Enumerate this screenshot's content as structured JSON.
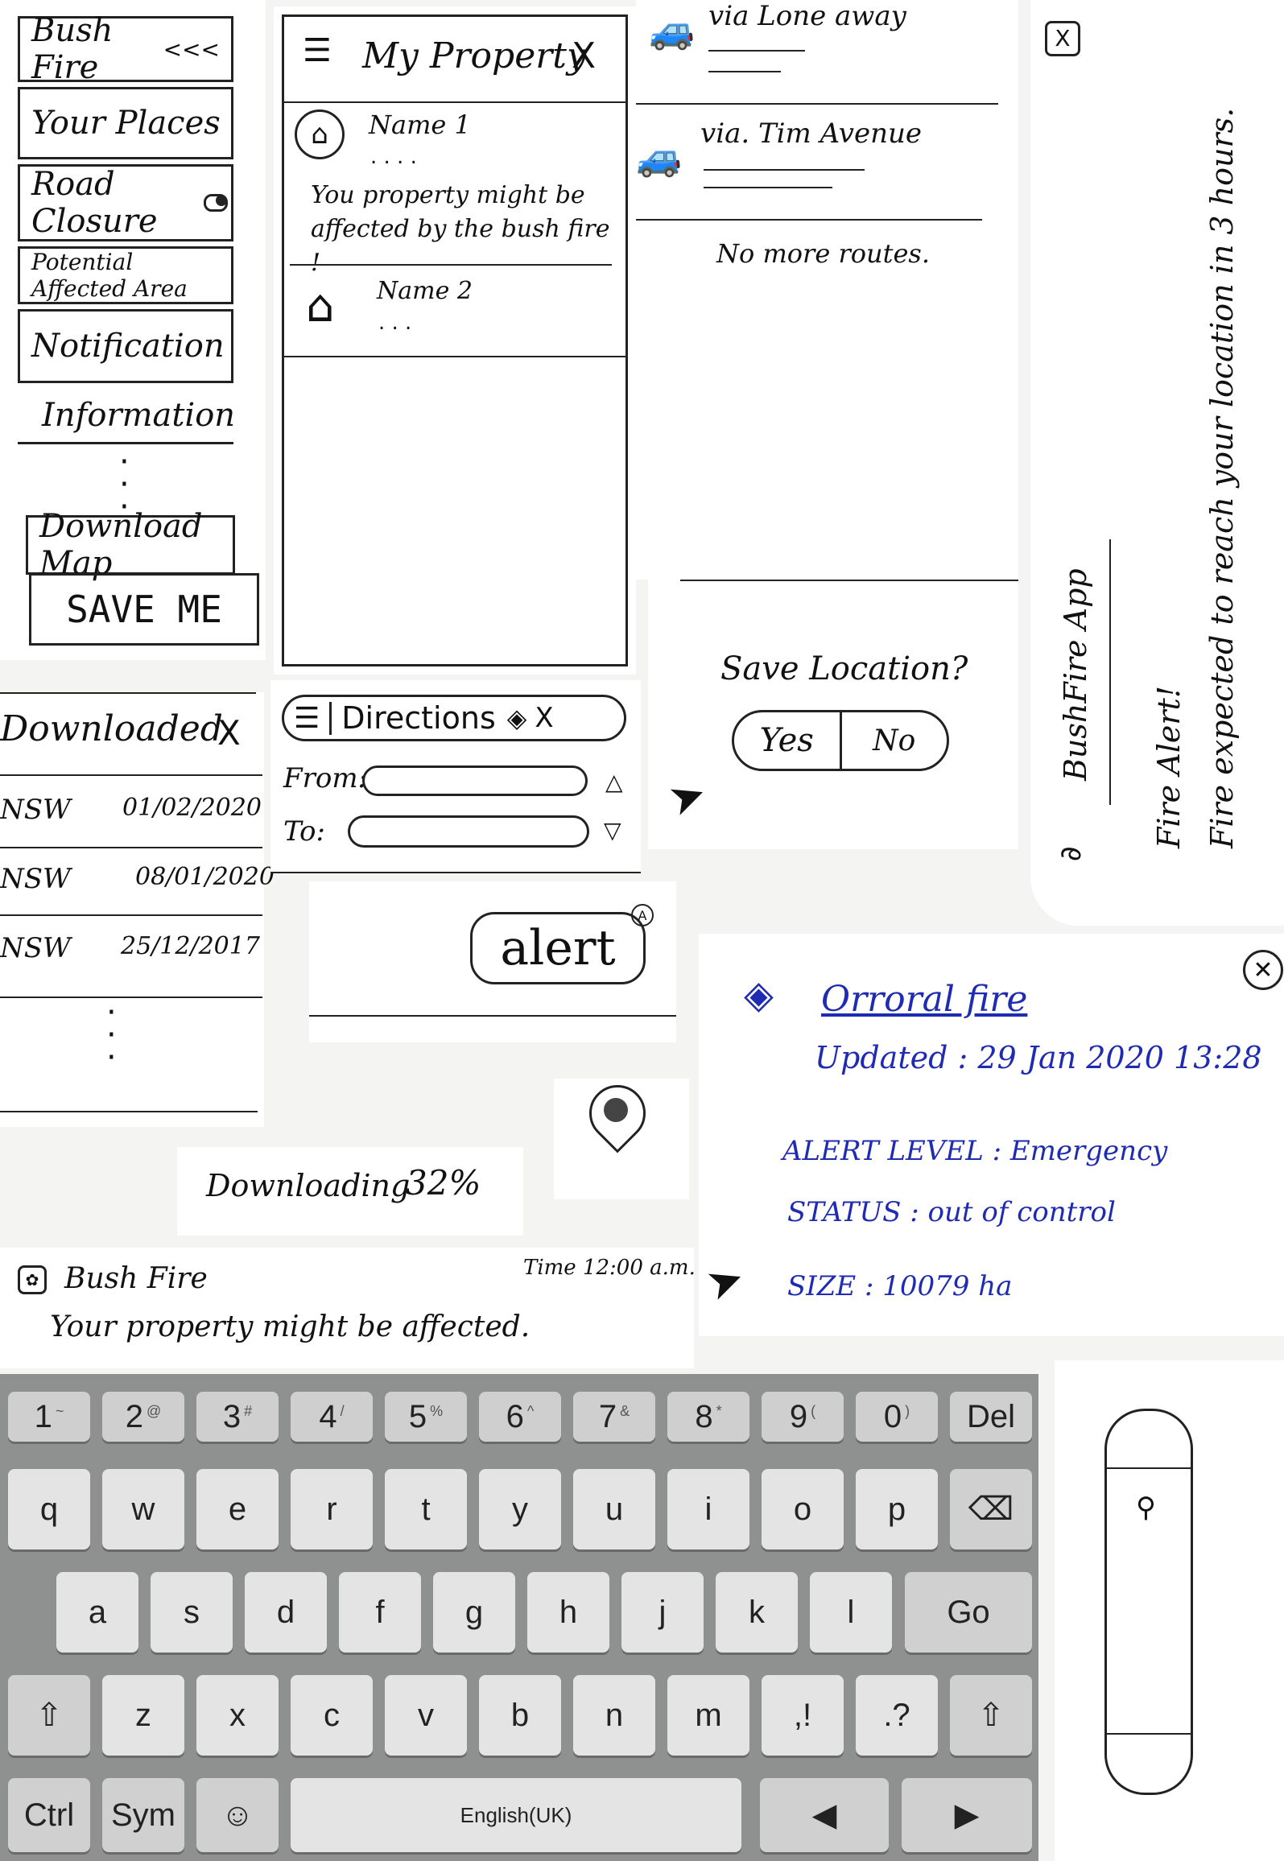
{
  "menu": {
    "title": "Bush Fire",
    "collapse_icon": "<<<",
    "items": [
      "Your Places",
      "Road Closure",
      "Potential Affected Area",
      "Notification",
      "Information",
      "Download Map",
      "SAVE ME"
    ]
  },
  "property": {
    "title": "My Property",
    "close": "X",
    "items": [
      {
        "name": "Name 1",
        "message": "You property might be affected by the bush fire !"
      },
      {
        "name": "Name 2"
      }
    ]
  },
  "routes": {
    "items": [
      "via Lone away",
      "via. Tim Avenue"
    ],
    "footer": "No more routes."
  },
  "save_location": {
    "question": "Save Location?",
    "yes": "Yes",
    "no": "No"
  },
  "notification_rotated": {
    "app": "BushFire App",
    "title": "Fire Alert!",
    "message": "Fire expected to reach your location in 3 hours.",
    "close": "X"
  },
  "downloaded": {
    "title": "Downloaded",
    "close": "X",
    "rows": [
      {
        "region": "NSW",
        "date": "01/02/2020"
      },
      {
        "region": "NSW",
        "date": "08/01/2020"
      },
      {
        "region": "NSW",
        "date": "25/12/2017"
      }
    ]
  },
  "directions": {
    "title": "Directions",
    "from_label": "From:",
    "to_label": "To:",
    "close": "X"
  },
  "alert_button": "alert",
  "downloading": {
    "text": "Downloading",
    "percent": "32%"
  },
  "fire_info": {
    "name": "Orroral fire",
    "updated": "Updated : 29 Jan 2020 13:28",
    "alert_level": "ALERT LEVEL : Emergency",
    "status": "STATUS : out of control",
    "size": "SIZE : 10079 ha"
  },
  "push": {
    "app": "Bush Fire",
    "time": "Time 12:00 a.m.",
    "message": "Your property might be affected."
  },
  "keyboard": {
    "row1": [
      [
        "1",
        "~"
      ],
      [
        "2",
        "@"
      ],
      [
        "3",
        "#"
      ],
      [
        "4",
        "/"
      ],
      [
        "5",
        "%"
      ],
      [
        "6",
        "^"
      ],
      [
        "7",
        "&"
      ],
      [
        "8",
        "*"
      ],
      [
        "9",
        "("
      ],
      [
        "0",
        ")"
      ],
      [
        "Del",
        ""
      ]
    ],
    "row2": [
      "q",
      "w",
      "e",
      "r",
      "t",
      "y",
      "u",
      "i",
      "o",
      "p"
    ],
    "row3": [
      "a",
      "s",
      "d",
      "f",
      "g",
      "h",
      "j",
      "k",
      "l"
    ],
    "go": "Go",
    "row4": [
      "z",
      "x",
      "c",
      "v",
      "b",
      "n",
      "m",
      ",!",
      ".?"
    ],
    "ctrl": "Ctrl",
    "sym": "Sym",
    "space": "English(UK)"
  }
}
